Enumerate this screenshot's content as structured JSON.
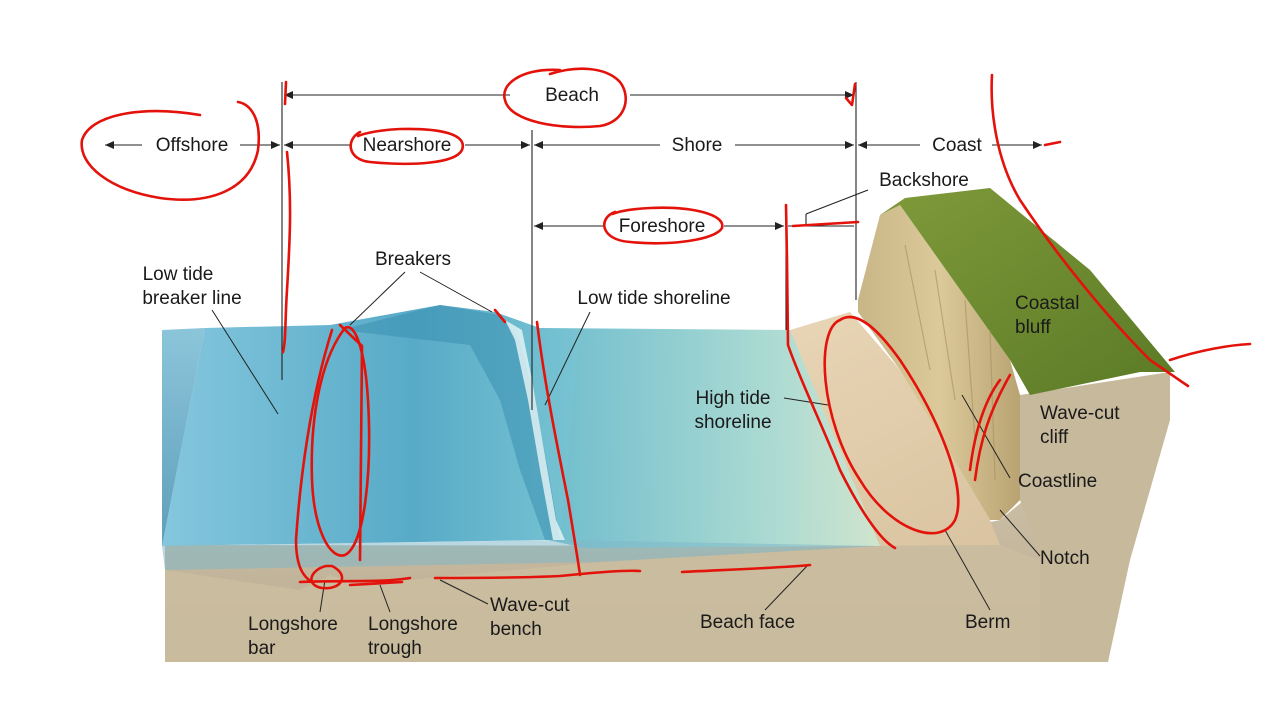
{
  "zones": {
    "beach": "Beach",
    "offshore": "Offshore",
    "nearshore": "Nearshore",
    "shore": "Shore",
    "coast": "Coast",
    "backshore": "Backshore",
    "foreshore": "Foreshore"
  },
  "labels": {
    "low_tide_breaker_line": [
      "Low tide",
      "breaker line"
    ],
    "breakers": "Breakers",
    "low_tide_shoreline": "Low tide shoreline",
    "high_tide_shoreline": [
      "High tide",
      "shoreline"
    ],
    "coastal_bluff": [
      "Coastal",
      "bluff"
    ],
    "wave_cut_cliff": [
      "Wave-cut",
      "cliff"
    ],
    "coastline": "Coastline",
    "notch": "Notch",
    "berm": "Berm",
    "beach_face": "Beach face",
    "wave_cut_bench": [
      "Wave-cut",
      "bench"
    ],
    "longshore_trough": [
      "Longshore",
      "trough"
    ],
    "longshore_bar": [
      "Longshore",
      "bar"
    ]
  },
  "colors": {
    "annotation_ink": "#e3120b",
    "water": "#6fb9d3",
    "sand": "#e6d3b3",
    "grass": "#6c8a2e",
    "rock": "#cfc3aa"
  }
}
